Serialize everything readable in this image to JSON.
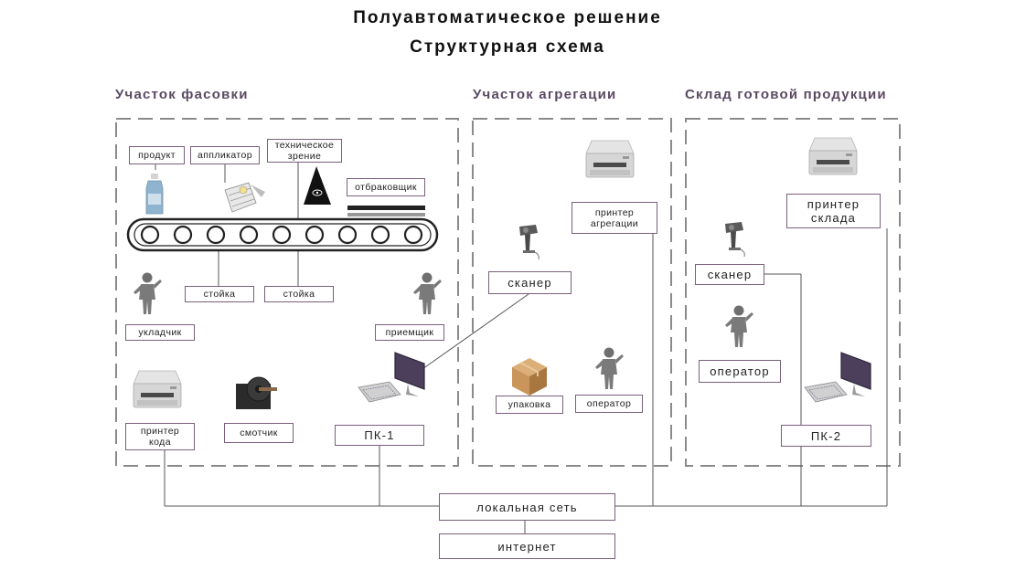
{
  "title": {
    "line1": "Полуавтоматическое решение",
    "line2": "Структурная схема"
  },
  "zones": {
    "packing": "Участок фасовки",
    "aggregation": "Участок агрегации",
    "warehouse": "Склад готовой продукции"
  },
  "labels": {
    "product": "продукт",
    "applicator": "аппликатор",
    "vision": "техническое зрение",
    "rejector": "отбраковщик",
    "stand1": "стойка",
    "stand2": "стойка",
    "stacker": "укладчик",
    "receiver": "приемщик",
    "code_printer": "принтер кода",
    "winder": "смотчик",
    "pc1": "ПК-1",
    "agg_printer": "принтер агрегации",
    "agg_scanner": "сканер",
    "packaging": "упаковка",
    "agg_operator": "оператор",
    "wh_printer": "принтер склада",
    "wh_scanner": "сканер",
    "wh_operator": "оператор",
    "pc2": "ПК-2",
    "lan": "локальная сеть",
    "internet": "интернет"
  },
  "icons": {
    "bottle": "bottle-icon",
    "labels_roll": "label-roll-icon",
    "camera": "vision-camera-icon",
    "rejector": "rejector-bar-icon",
    "person": "person-icon",
    "printer": "printer-icon",
    "winder": "winder-icon",
    "computer": "desktop-computer-icon",
    "scanner": "barcode-scanner-icon",
    "box": "cardboard-box-icon"
  },
  "colors": {
    "border": "#7a5f7c",
    "dash": "#8a8a8a",
    "line": "#555555",
    "zone_label": "#5a4a62",
    "monitor": "#4b3f5c",
    "bottle": "#8fb4cf",
    "box": "#c9955b"
  }
}
